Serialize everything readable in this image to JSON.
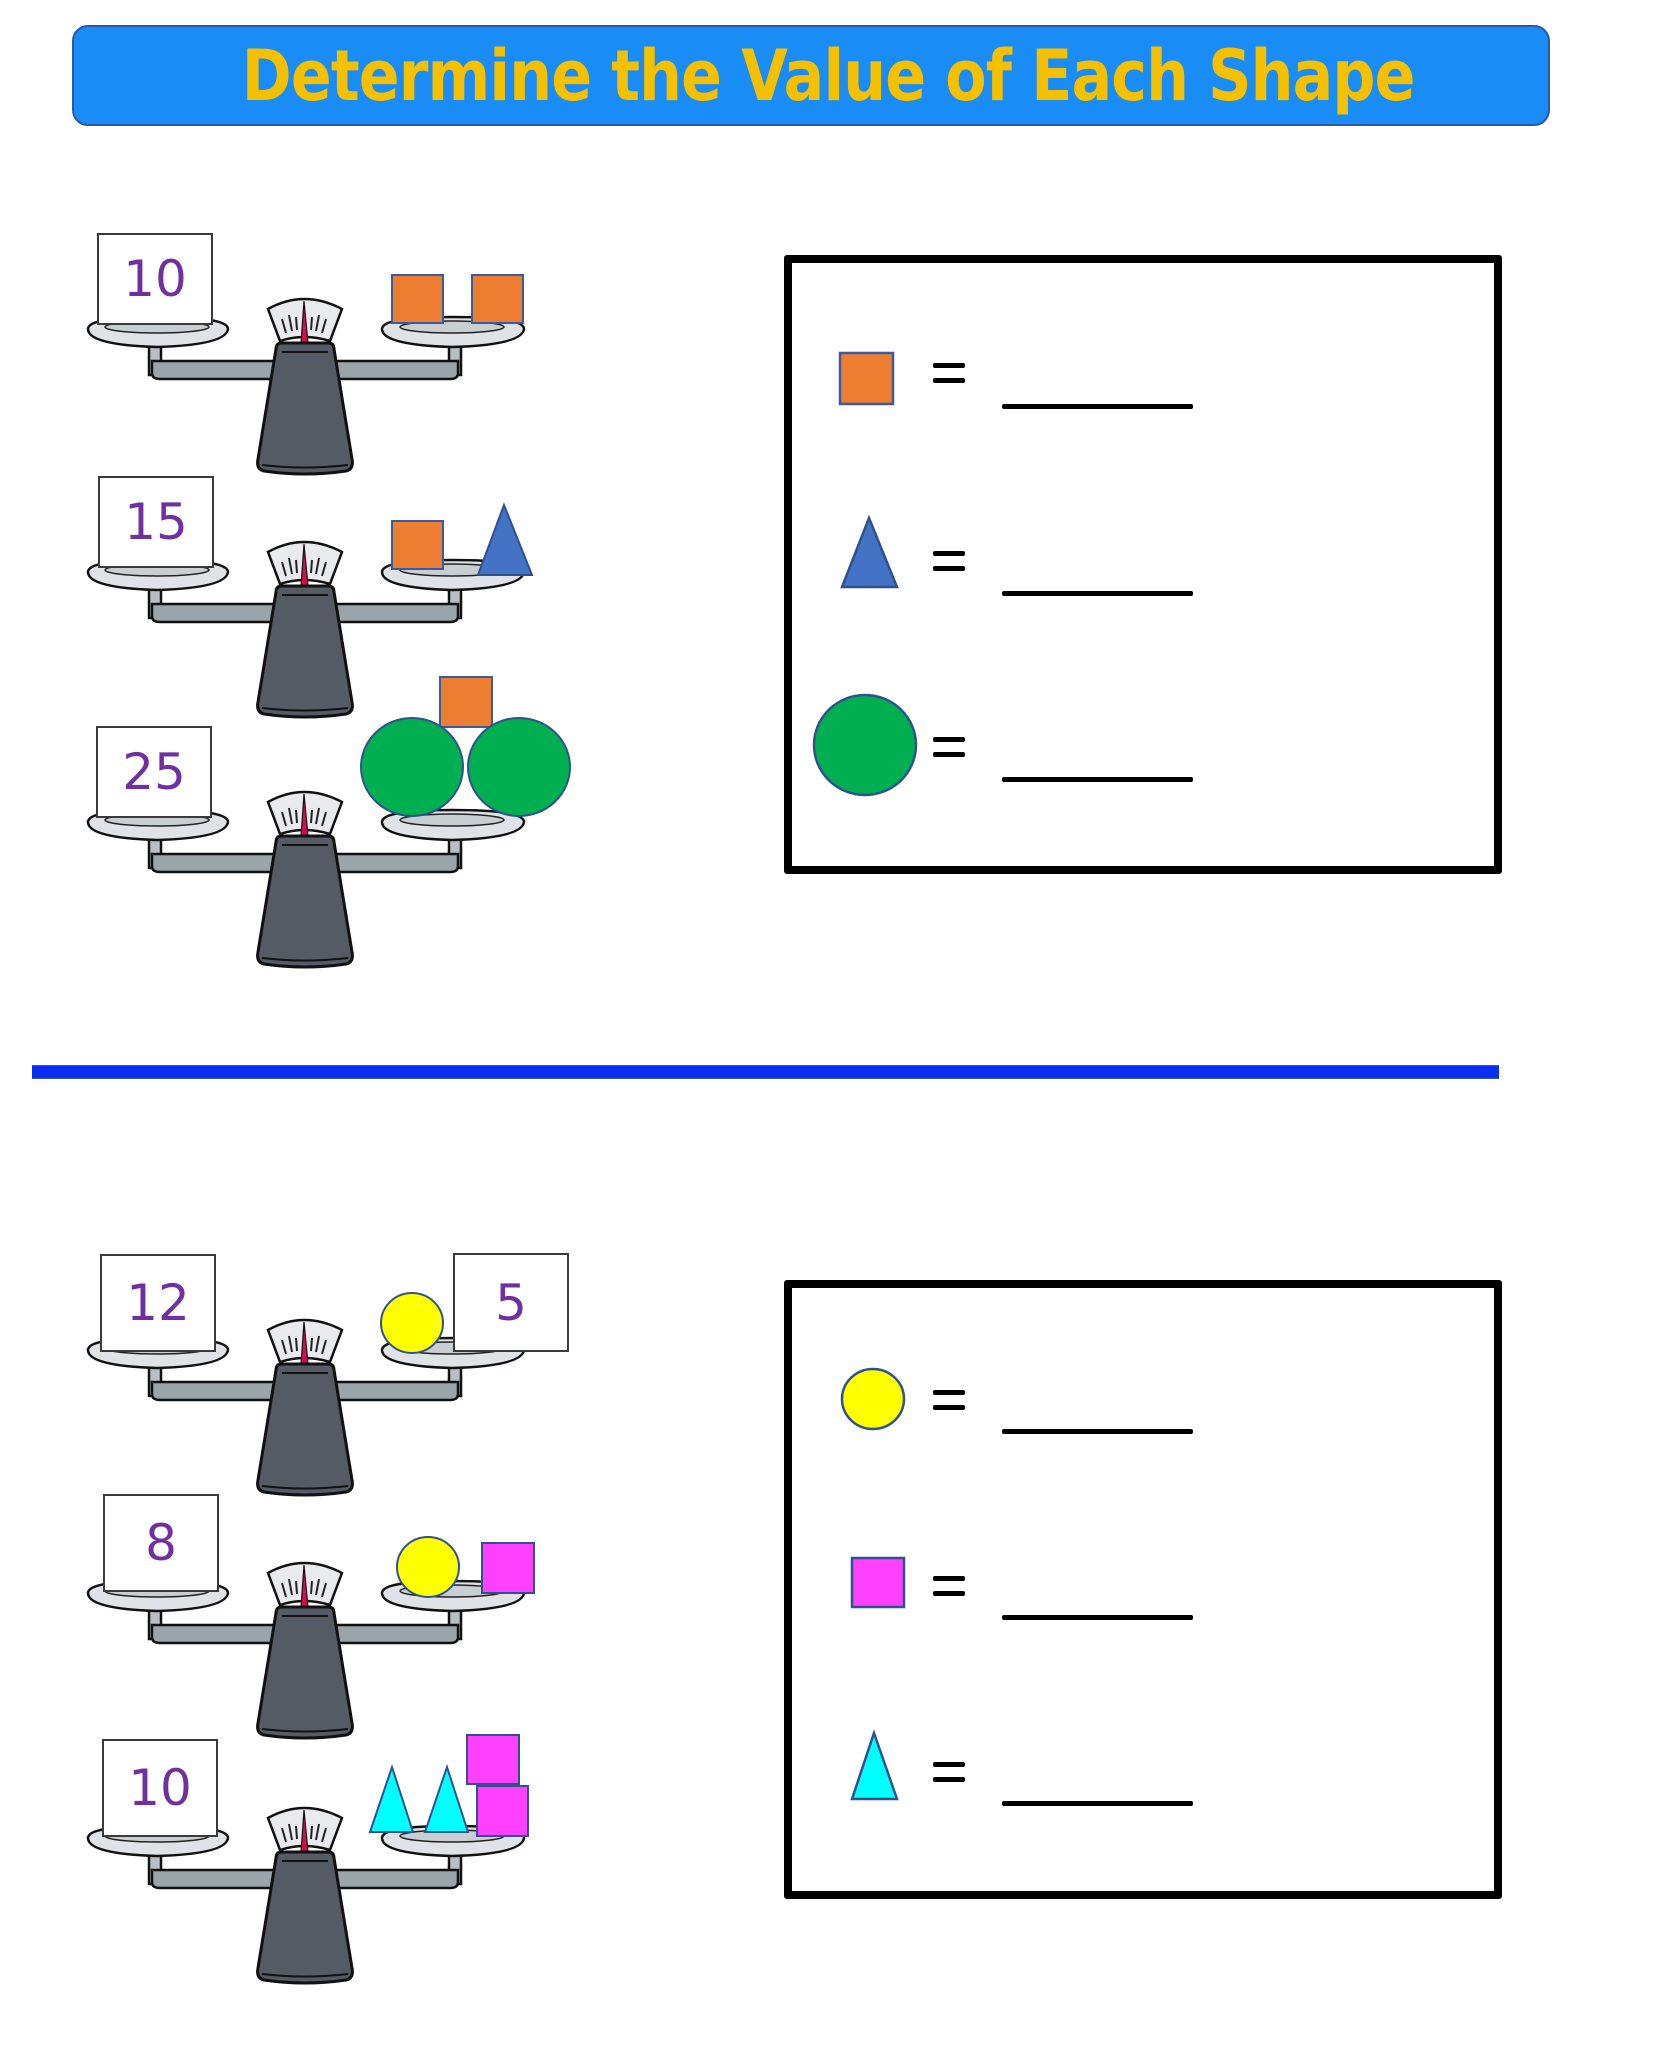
{
  "title": "Determine the Value of Each Shape",
  "colors": {
    "title_bg": "#1a8cf5",
    "title_text": "#f5c000",
    "number_text": "#7030a0",
    "orange": "#ed7d31",
    "blue": "#4472c4",
    "green": "#00b050",
    "yellow": "#ffff00",
    "magenta": "#ff40ff",
    "cyan": "#00ffff",
    "divider": "#0a2ff0"
  },
  "section1": {
    "scales": [
      {
        "left_value": "10",
        "right_items": [
          "orange-square",
          "orange-square"
        ]
      },
      {
        "left_value": "15",
        "right_items": [
          "orange-square",
          "blue-triangle"
        ]
      },
      {
        "left_value": "25",
        "right_items": [
          "green-circle",
          "green-circle",
          "orange-square"
        ]
      }
    ],
    "answers": [
      {
        "shape": "orange-square",
        "equals": "=",
        "value": ""
      },
      {
        "shape": "blue-triangle",
        "equals": "=",
        "value": ""
      },
      {
        "shape": "green-circle",
        "equals": "=",
        "value": ""
      }
    ]
  },
  "section2": {
    "scales": [
      {
        "left_value": "12",
        "right_items": [
          "yellow-circle"
        ],
        "right_value": "5"
      },
      {
        "left_value": "8",
        "right_items": [
          "yellow-circle",
          "magenta-square"
        ]
      },
      {
        "left_value": "10",
        "right_items": [
          "cyan-triangle",
          "cyan-triangle",
          "magenta-square",
          "magenta-square"
        ]
      }
    ],
    "answers": [
      {
        "shape": "yellow-circle",
        "equals": "=",
        "value": ""
      },
      {
        "shape": "magenta-square",
        "equals": "=",
        "value": ""
      },
      {
        "shape": "cyan-triangle",
        "equals": "=",
        "value": ""
      }
    ]
  }
}
